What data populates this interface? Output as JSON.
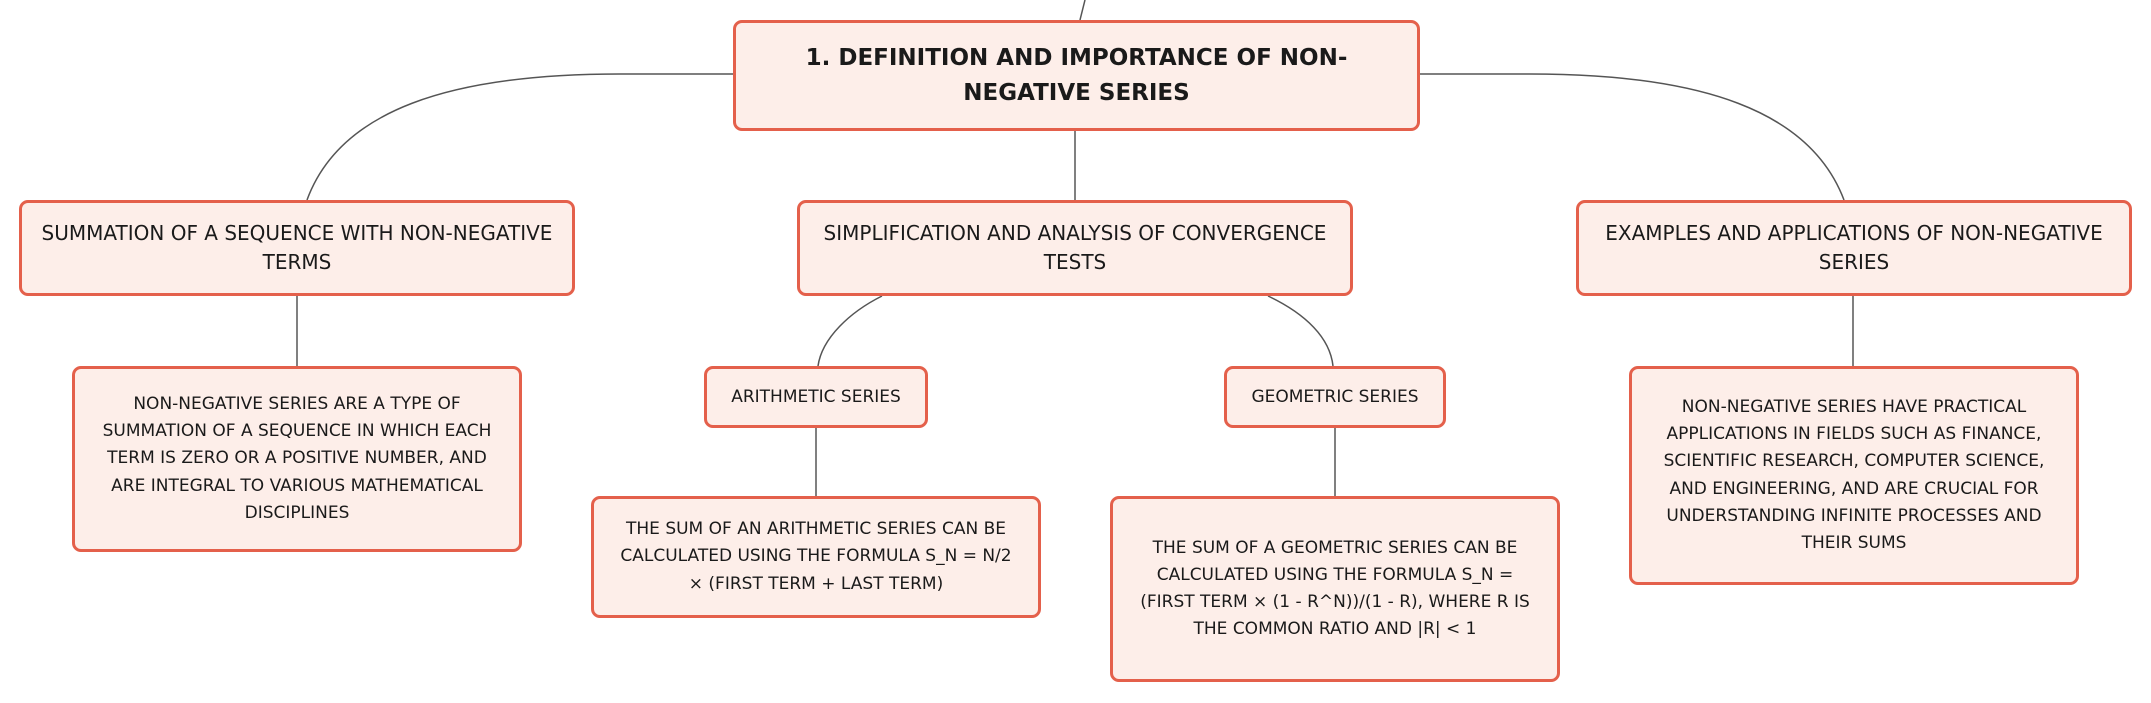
{
  "diagram": {
    "root": {
      "label": "1. DEFINITION AND IMPORTANCE OF NON-NEGATIVE SERIES"
    },
    "branches": [
      {
        "label": "SUMMATION OF A SEQUENCE WITH NON-NEGATIVE TERMS",
        "detail": "NON-NEGATIVE SERIES ARE A TYPE OF SUMMATION OF A SEQUENCE IN WHICH EACH TERM IS ZERO OR A POSITIVE NUMBER, AND ARE INTEGRAL TO VARIOUS MATHEMATICAL DISCIPLINES"
      },
      {
        "label": "SIMPLIFICATION AND ANALYSIS OF CONVERGENCE TESTS",
        "children": [
          {
            "label": "ARITHMETIC SERIES",
            "detail": "THE SUM OF AN ARITHMETIC SERIES CAN BE CALCULATED USING THE FORMULA S_N = N/2 × (FIRST TERM + LAST TERM)"
          },
          {
            "label": "GEOMETRIC SERIES",
            "detail": "THE SUM OF A GEOMETRIC SERIES CAN BE CALCULATED USING THE FORMULA S_N = (FIRST TERM × (1 - R^N))/(1 - R), WHERE R IS THE COMMON RATIO AND |R| < 1"
          }
        ]
      },
      {
        "label": "EXAMPLES AND APPLICATIONS OF NON-NEGATIVE SERIES",
        "detail": "NON-NEGATIVE SERIES HAVE PRACTICAL APPLICATIONS IN FIELDS SUCH AS FINANCE, SCIENTIFIC RESEARCH, COMPUTER SCIENCE, AND ENGINEERING, AND ARE CRUCIAL FOR UNDERSTANDING INFINITE PROCESSES AND THEIR SUMS"
      }
    ]
  },
  "colors": {
    "node_fill": "#fdeee9",
    "node_border": "#e4604b",
    "connector": "#555555",
    "text": "#1a1a1a"
  }
}
